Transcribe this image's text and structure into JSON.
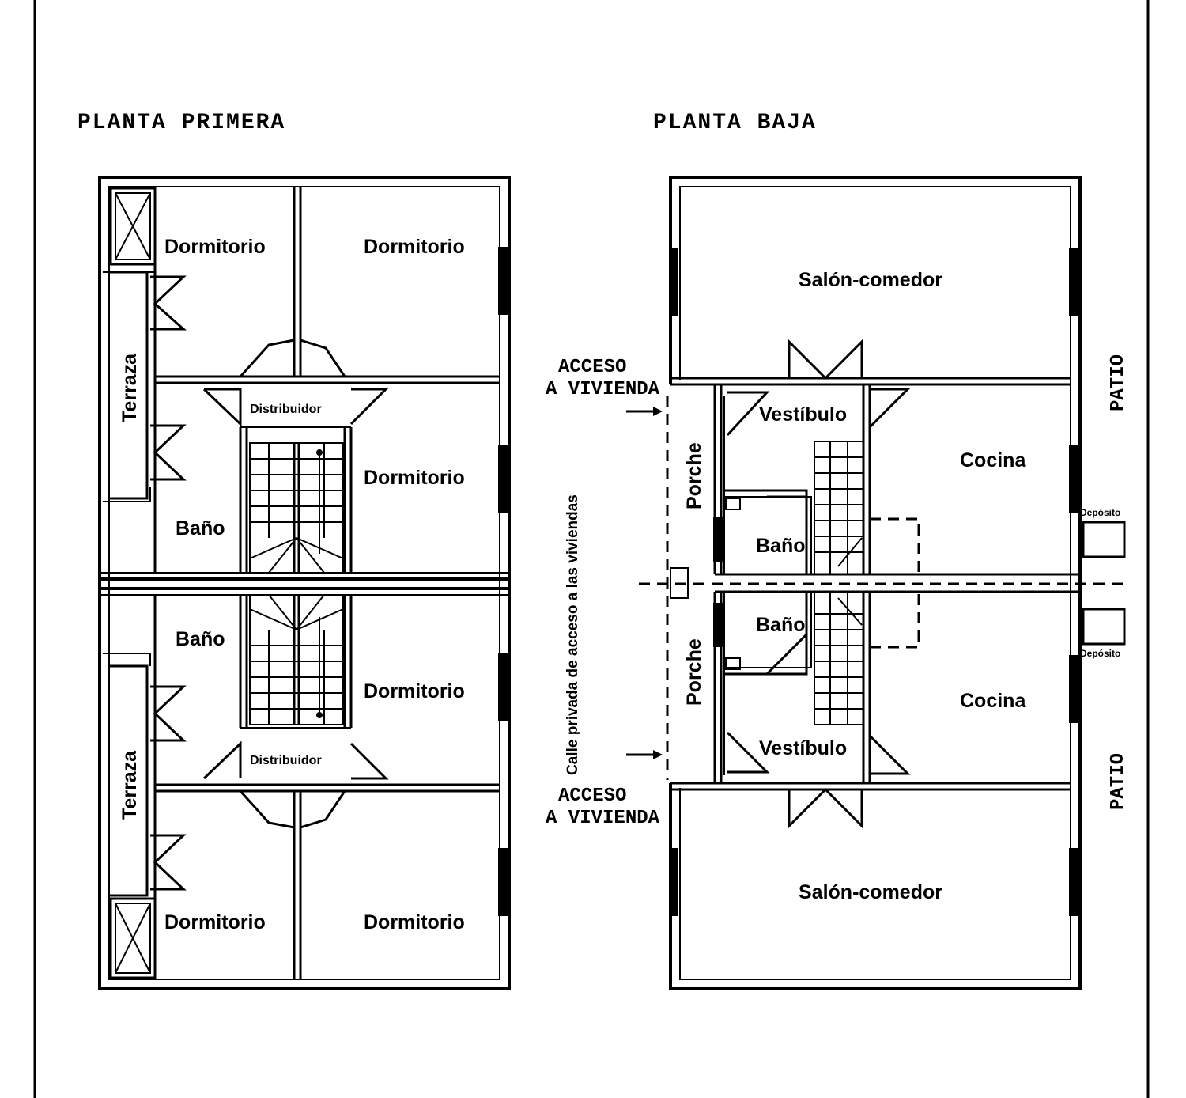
{
  "titles": {
    "upper_floor": "PLANTA PRIMERA",
    "ground_floor": "PLANTA BAJA"
  },
  "upper": {
    "dormitorio": "Dormitorio",
    "bano": "Baño",
    "terraza": "Terraza",
    "distribuidor": "Distribuidor"
  },
  "ground": {
    "salon": "Salón-comedor",
    "vestibulo": "Vestíbulo",
    "cocina": "Cocina",
    "bano": "Baño",
    "porche": "Porche",
    "patio": "PATIO",
    "deposito": "Depósito"
  },
  "access": {
    "line1": "ACCESO",
    "line2": "A VIVIENDA",
    "street": "Calle privada de acceso a las viviendas"
  }
}
